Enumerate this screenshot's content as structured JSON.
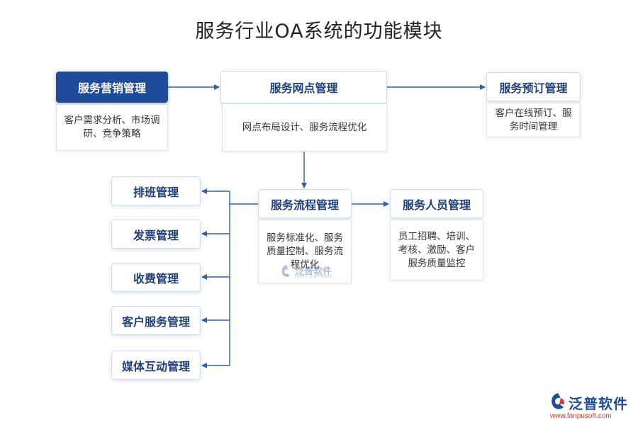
{
  "title": "服务行业OA系统的功能模块",
  "nodes": {
    "marketing": {
      "title": "服务营销管理",
      "desc": "客户需求分析、市场调研、竞争策略"
    },
    "outlets": {
      "title": "服务网点管理",
      "desc": "网点布局设计、服务流程优化"
    },
    "booking": {
      "title": "服务预订管理",
      "desc": "客户在线预订、服务时间管理"
    },
    "process": {
      "title": "服务流程管理",
      "desc": "服务标准化、服务质量控制、服务流程优化"
    },
    "staff": {
      "title": "服务人员管理",
      "desc": "员工招聘、培训、考核、激励、客户服务质量监控"
    }
  },
  "side_nodes": [
    "排班管理",
    "发票管理",
    "收费管理",
    "客户服务管理",
    "媒体互动管理"
  ],
  "watermark": {
    "name": "泛普软件",
    "sub": "FANPU SOFTWARE"
  },
  "logo": {
    "name": "泛普软件",
    "url": "www.fanpusoft.com"
  },
  "colors": {
    "primary": "#1e4c9a",
    "connector": "#2f5ea8",
    "logo_red": "#d63a2a"
  },
  "icons": [
    "fanpu-logo-icon"
  ]
}
